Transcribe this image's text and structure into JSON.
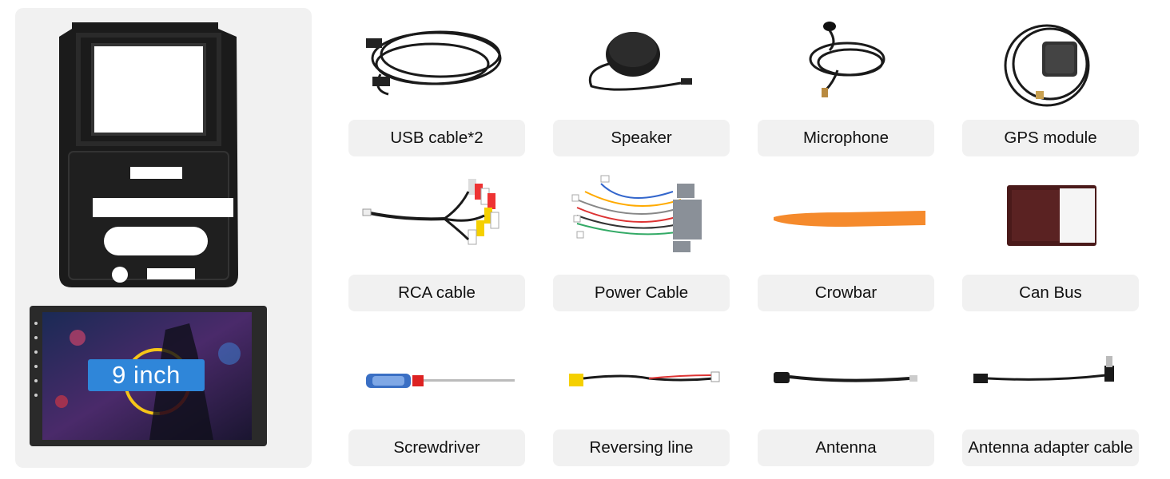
{
  "screen_label": "9 inch",
  "accessories": [
    {
      "label": "USB cable*2",
      "icon": "usb-cable-icon"
    },
    {
      "label": "Speaker",
      "icon": "speaker-icon"
    },
    {
      "label": "Microphone",
      "icon": "microphone-icon"
    },
    {
      "label": "GPS module",
      "icon": "gps-module-icon"
    },
    {
      "label": "RCA cable",
      "icon": "rca-cable-icon"
    },
    {
      "label": "Power Cable",
      "icon": "power-cable-icon"
    },
    {
      "label": "Crowbar",
      "icon": "crowbar-icon"
    },
    {
      "label": "Can Bus",
      "icon": "can-bus-icon"
    },
    {
      "label": "Screwdriver",
      "icon": "screwdriver-icon"
    },
    {
      "label": "Reversing line",
      "icon": "reversing-line-icon"
    },
    {
      "label": "Antenna",
      "icon": "antenna-icon"
    },
    {
      "label": "Antenna adapter cable",
      "icon": "antenna-adapter-cable-icon"
    }
  ],
  "colors": {
    "label_bg": "#f1f1f1",
    "badge": "#2f86d9",
    "crowbar": "#f58a2c"
  }
}
